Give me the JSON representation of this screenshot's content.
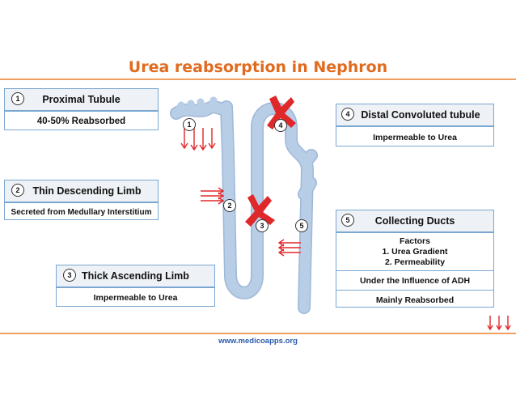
{
  "title": "Urea reabsorption in Nephron",
  "footer": "www.medicoapps.org",
  "colors": {
    "title": "#e06b1f",
    "tubule": "#b8cde6",
    "arrow": "#e0282a",
    "border": "#7aa7d2"
  },
  "boxes": {
    "proximal": {
      "num": "1",
      "title": "Proximal Tubule",
      "lines": [
        "40-50% Reabsorbed"
      ]
    },
    "thin_desc": {
      "num": "2",
      "title": "Thin Descending Limb",
      "lines": [
        "Secreted from Medullary Interstitium"
      ]
    },
    "thick_asc": {
      "num": "3",
      "title": "Thick Ascending Limb",
      "lines": [
        "Impermeable to Urea"
      ]
    },
    "dct": {
      "num": "4",
      "title": "Distal Convoluted tubule",
      "lines": [
        "Impermeable to Urea"
      ]
    },
    "collecting": {
      "num": "5",
      "title": "Collecting Ducts",
      "factors_title": "Factors",
      "factors": [
        "1.  Urea Gradient",
        "2.  Permeability"
      ],
      "lines": [
        "Under the Influence of ADH",
        "Mainly Reabsorbed"
      ]
    }
  },
  "diagram_markers": [
    "1",
    "2",
    "3",
    "4",
    "5"
  ]
}
